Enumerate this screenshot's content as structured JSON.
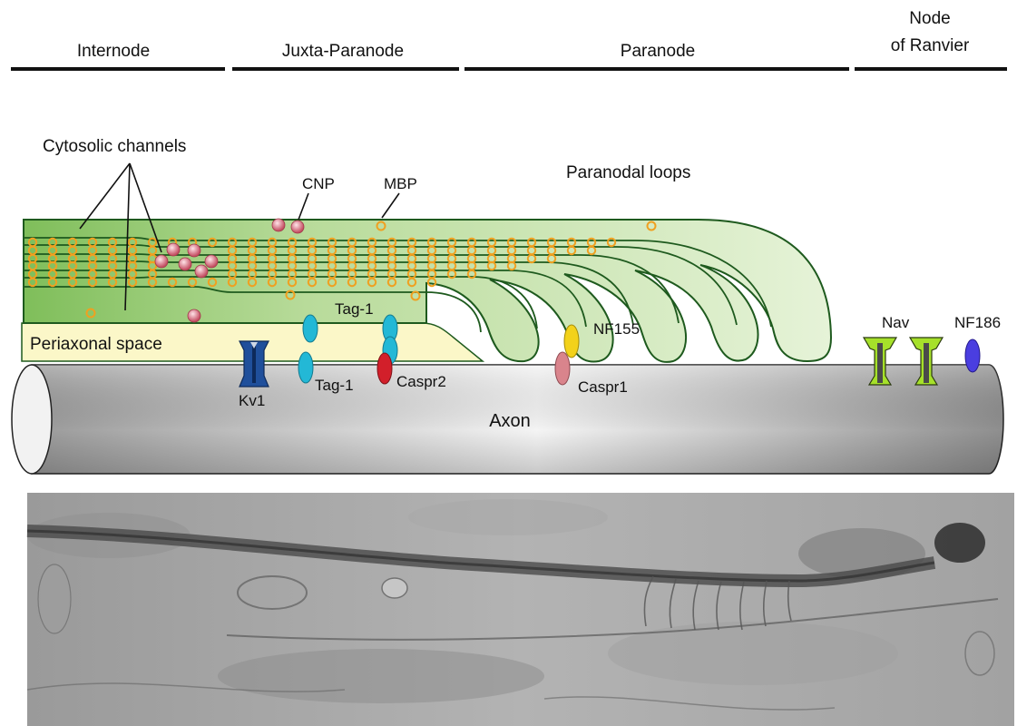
{
  "regions": {
    "internode": "Internode",
    "juxta_paranode": "Juxta-Paranode",
    "paranode": "Paranode",
    "node_line1": "Node",
    "node_line2": "of Ranvier"
  },
  "labels": {
    "cytosolic_channels": "Cytosolic channels",
    "cnp": "CNP",
    "mbp": "MBP",
    "paranodal_loops": "Paranodal loops",
    "tag1_top": "Tag-1",
    "tag1_bottom": "Tag-1",
    "nf155": "NF155",
    "nav": "Nav",
    "nf186": "NF186",
    "periaxonal_space": "Periaxonal space",
    "kv1": "Kv1",
    "caspr2": "Caspr2",
    "caspr1": "Caspr1",
    "axon": "Axon"
  },
  "colors": {
    "myelin_fill": "#cfe6b4",
    "myelin_stroke": "#1e5a1e",
    "periaxonal_fill": "#fbf7c8",
    "mbp_orange": "#f0a020",
    "cnp_pink": "#d76b7a",
    "kv1_blue": "#1f4f9b",
    "tag1_cyan": "#23b8d6",
    "caspr2_red": "#d21f2a",
    "nf155_yellow": "#f3d21a",
    "caspr1_pink": "#d9848c",
    "nav_green": "#a6e12a",
    "nf186_blue": "#4a3ee0"
  }
}
